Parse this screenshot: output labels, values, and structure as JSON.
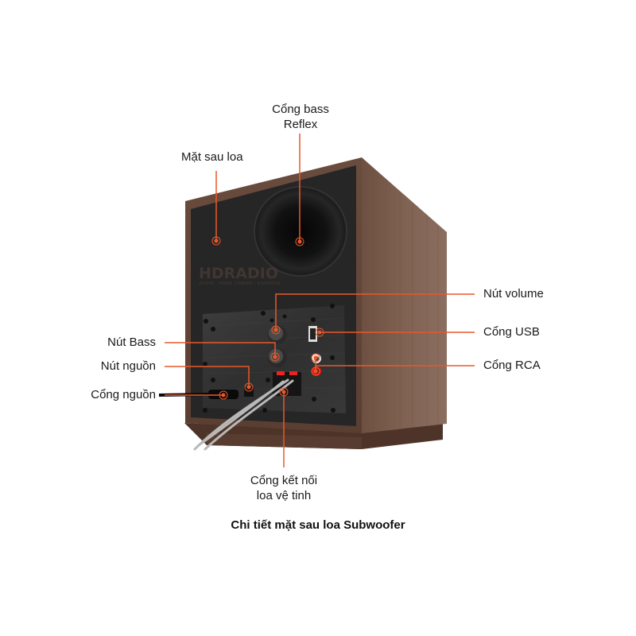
{
  "caption": "Chi tiết mặt sau loa Subwoofer",
  "logo": {
    "brand": "HDRADIO",
    "tagline": "AUDIO - HOME CINEMA - KARAOKE"
  },
  "callouts": {
    "reflex_port": {
      "line1": "Cổng bass",
      "line2": "Reflex"
    },
    "back_panel": "Mặt sau loa",
    "volume_knob": "Nút volume",
    "usb_port": "Cổng USB",
    "rca_port": "Cổng RCA",
    "bass_knob": "Nút Bass",
    "power_switch": "Nút nguồn",
    "power_port": "Cổng nguồn",
    "satellite_port": {
      "line1": "Cổng kết nối",
      "line2": "loa vệ tinh"
    }
  },
  "colors": {
    "accent": "#e8582a",
    "wood": "#7a5a4a",
    "wood_dark": "#5e4034",
    "panel": "#2a2a2a",
    "plate": "#3a3a3a"
  }
}
